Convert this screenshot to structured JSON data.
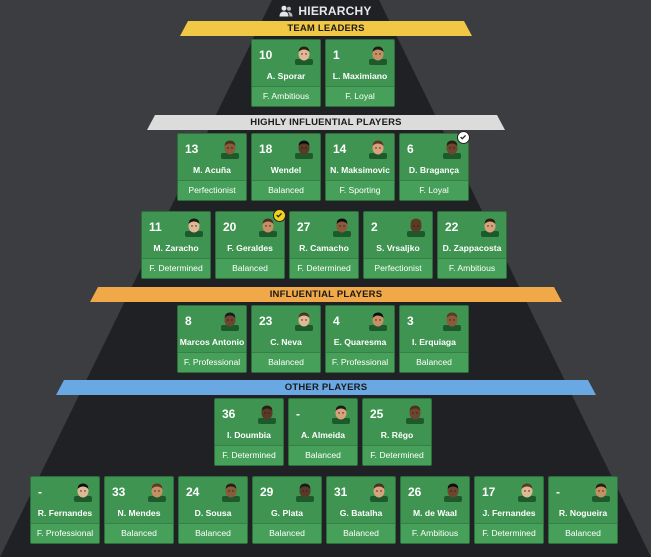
{
  "title": "HIERARCHY",
  "sections": {
    "team_leaders": "TEAM LEADERS",
    "highly_influential": "HIGHLY INFLUENTIAL PLAYERS",
    "influential": "INFLUENTIAL PLAYERS",
    "other": "OTHER PLAYERS"
  },
  "colors": {
    "team_leaders": "#f0c845",
    "highly_influential": "#dcdcdc",
    "influential": "#f0a848",
    "other": "#6aa8e4",
    "card": "#3e9450"
  },
  "team_leaders": [
    {
      "number": "10",
      "name": "A. Sporar",
      "personality": "F. Ambitious"
    },
    {
      "number": "1",
      "name": "L. Maximiano",
      "personality": "F. Loyal"
    }
  ],
  "highly_influential_row1": [
    {
      "number": "13",
      "name": "M. Acuña",
      "personality": "Perfectionist"
    },
    {
      "number": "18",
      "name": "Wendel",
      "personality": "Balanced"
    },
    {
      "number": "14",
      "name": "N. Maksimovic",
      "personality": "F. Sporting"
    },
    {
      "number": "6",
      "name": "D. Bragança",
      "personality": "F. Loyal",
      "badge": "white-badge-icon"
    }
  ],
  "highly_influential_row2": [
    {
      "number": "11",
      "name": "M. Zaracho",
      "personality": "F. Determined"
    },
    {
      "number": "20",
      "name": "F. Geraldes",
      "personality": "Balanced",
      "badge": "yellow-badge-icon"
    },
    {
      "number": "27",
      "name": "R. Camacho",
      "personality": "F. Determined"
    },
    {
      "number": "2",
      "name": "S. Vrsaljko",
      "personality": "Perfectionist"
    },
    {
      "number": "22",
      "name": "D. Zappacosta",
      "personality": "F. Ambitious"
    }
  ],
  "influential": [
    {
      "number": "8",
      "name": "Marcos Antonio",
      "personality": "F. Professional"
    },
    {
      "number": "23",
      "name": "C. Neva",
      "personality": "Balanced"
    },
    {
      "number": "4",
      "name": "E. Quaresma",
      "personality": "F. Professional"
    },
    {
      "number": "3",
      "name": "I. Erquiaga",
      "personality": "Balanced"
    }
  ],
  "other_row1": [
    {
      "number": "36",
      "name": "I. Doumbia",
      "personality": "F. Determined"
    },
    {
      "number": "-",
      "name": "A. Almeida",
      "personality": "Balanced"
    },
    {
      "number": "25",
      "name": "R. Rêgo",
      "personality": "F. Determined"
    }
  ],
  "other_row2": [
    {
      "number": "-",
      "name": "R. Fernandes",
      "personality": "F. Professional"
    },
    {
      "number": "33",
      "name": "N. Mendes",
      "personality": "Balanced"
    },
    {
      "number": "24",
      "name": "D. Sousa",
      "personality": "Balanced"
    },
    {
      "number": "29",
      "name": "G. Plata",
      "personality": "Balanced"
    },
    {
      "number": "31",
      "name": "G. Batalha",
      "personality": "Balanced"
    },
    {
      "number": "26",
      "name": "M. de Waal",
      "personality": "F. Ambitious"
    },
    {
      "number": "17",
      "name": "J. Fernandes",
      "personality": "F. Determined"
    },
    {
      "number": "-",
      "name": "R. Nogueira",
      "personality": "Balanced"
    }
  ]
}
